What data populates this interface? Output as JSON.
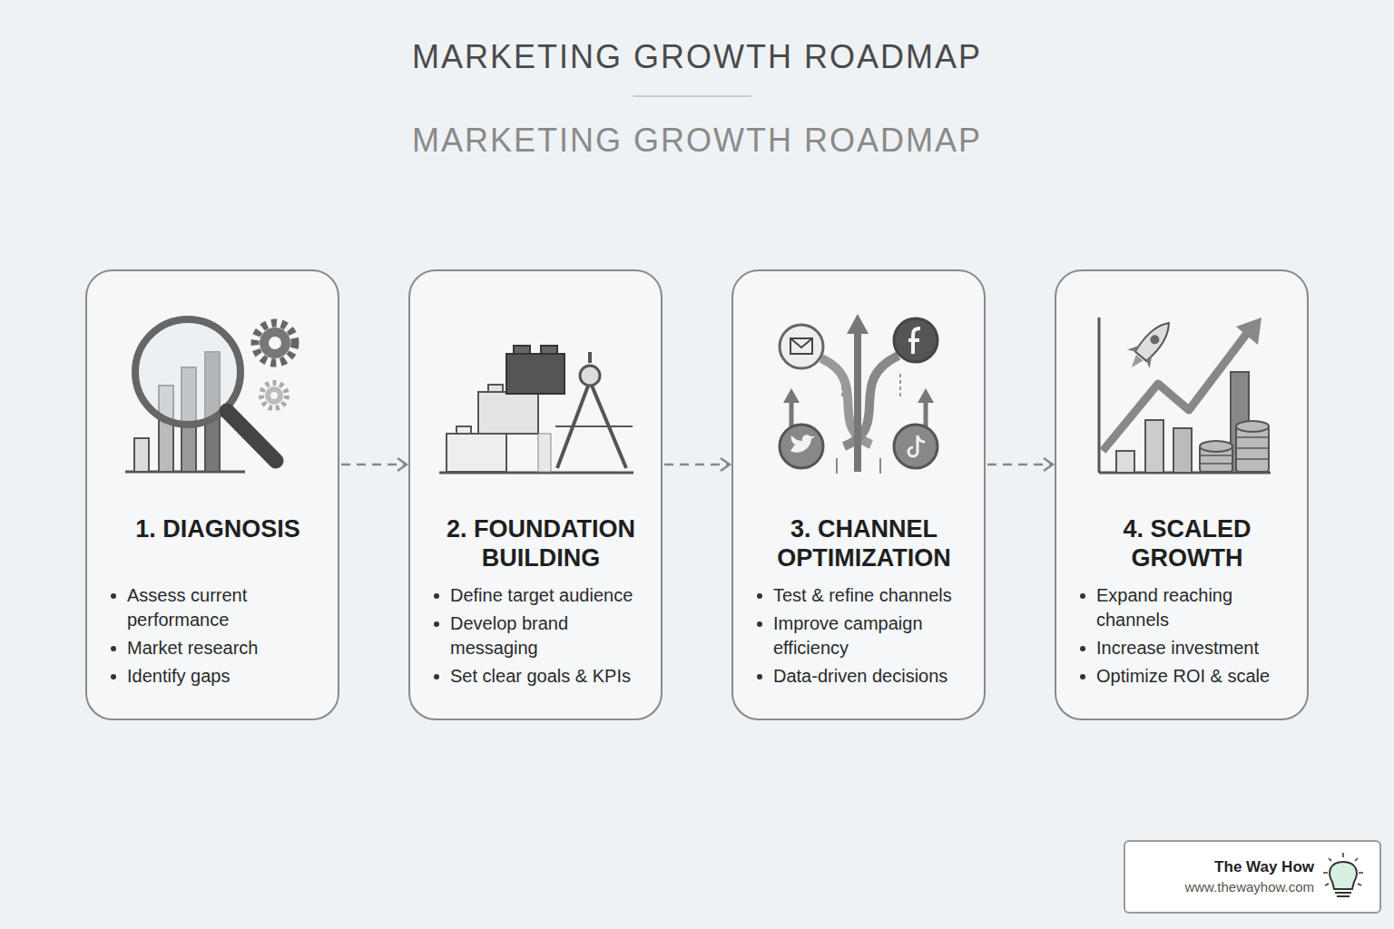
{
  "diagram": {
    "title": "MARKETING GROWTH ROADMAP",
    "nodes": [
      {
        "text": [
          "1. DIAGNOSIS",
          "Assess current performance",
          "Market research",
          "Identify gaps"
        ]
      },
      {
        "text": [
          "2. FOUNDATION BUILDING",
          "Define target audience",
          "Develop brand messaging",
          "Set clear goals & KPIs"
        ]
      },
      {
        "text": [
          "3. CHANNEL OPTIMIZATION",
          "Test & refine channels",
          "Improve campaign efficiency",
          "Data-driven decisions"
        ]
      },
      {
        "text": [
          "4. SCALED GROWTH",
          "Expand reaching channels",
          "Increase investment",
          "Optimize ROI & scale"
        ]
      },
      {
        "text": [
          "The Way How",
          "www.thewayhow.com"
        ]
      }
    ],
    "edges": [
      {
        "from": 0,
        "to": 1,
        "arrow": "to"
      },
      {
        "from": 1,
        "to": 2,
        "arrow": "to"
      },
      {
        "from": 2,
        "to": 3,
        "arrow": "to"
      }
    ],
    "labels": [
      "MARKETING GROWTH ROADMAP"
    ]
  }
}
